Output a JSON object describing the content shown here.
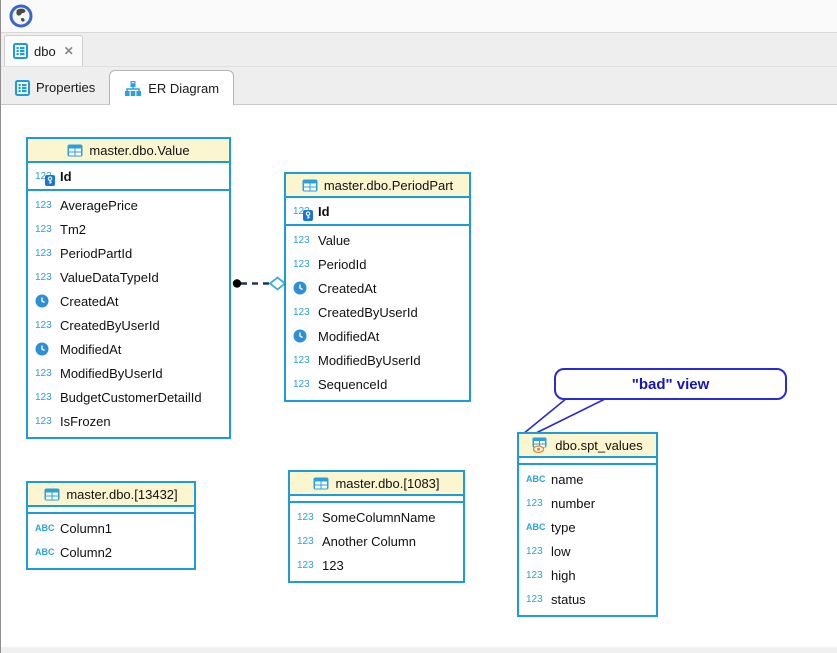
{
  "toolbar": {
    "icon": "globe-icon"
  },
  "tabs": {
    "editor": {
      "label": "dbo",
      "close_glyph": "✕"
    },
    "subtabs": [
      {
        "label": "Properties",
        "active": false
      },
      {
        "label": "ER Diagram",
        "active": true
      }
    ]
  },
  "icons": {
    "numeric": "123",
    "string": "ABC"
  },
  "colors": {
    "entity_border": "#1e9cd7",
    "entity_header_bg": "#fbf5d0",
    "type_icon_blue": "#2aa1dc",
    "callout_blue": "#2b2bd6",
    "tab_strip_bg": "#eeeeee"
  },
  "diagram": {
    "entities": [
      {
        "name": "master.dbo.Value",
        "kind": "table",
        "pk": [
          {
            "name": "Id",
            "type": "numeric"
          }
        ],
        "columns": [
          {
            "name": "AveragePrice",
            "type": "numeric"
          },
          {
            "name": "Tm2",
            "type": "numeric"
          },
          {
            "name": "PeriodPartId",
            "type": "numeric"
          },
          {
            "name": "ValueDataTypeId",
            "type": "numeric"
          },
          {
            "name": "CreatedAt",
            "type": "datetime"
          },
          {
            "name": "CreatedByUserId",
            "type": "numeric"
          },
          {
            "name": "ModifiedAt",
            "type": "datetime"
          },
          {
            "name": "ModifiedByUserId",
            "type": "numeric"
          },
          {
            "name": "BudgetCustomerDetailId",
            "type": "numeric"
          },
          {
            "name": "IsFrozen",
            "type": "numeric"
          }
        ]
      },
      {
        "name": "master.dbo.PeriodPart",
        "kind": "table",
        "pk": [
          {
            "name": "Id",
            "type": "numeric"
          }
        ],
        "columns": [
          {
            "name": "Value",
            "type": "numeric"
          },
          {
            "name": "PeriodId",
            "type": "numeric"
          },
          {
            "name": "CreatedAt",
            "type": "datetime"
          },
          {
            "name": "CreatedByUserId",
            "type": "numeric"
          },
          {
            "name": "ModifiedAt",
            "type": "datetime"
          },
          {
            "name": "ModifiedByUserId",
            "type": "numeric"
          },
          {
            "name": "SequenceId",
            "type": "numeric"
          }
        ]
      },
      {
        "name": "master.dbo.[13432]",
        "kind": "table",
        "pk": [],
        "columns": [
          {
            "name": "Column1",
            "type": "string"
          },
          {
            "name": "Column2",
            "type": "string"
          }
        ]
      },
      {
        "name": "master.dbo.[1083]",
        "kind": "table",
        "pk": [],
        "columns": [
          {
            "name": "SomeColumnName",
            "type": "numeric"
          },
          {
            "name": "Another Column",
            "type": "numeric"
          },
          {
            "name": "123",
            "type": "numeric"
          }
        ]
      },
      {
        "name": "dbo.spt_values",
        "kind": "view",
        "pk": [],
        "columns": [
          {
            "name": "name",
            "type": "string"
          },
          {
            "name": "number",
            "type": "numeric"
          },
          {
            "name": "type",
            "type": "string"
          },
          {
            "name": "low",
            "type": "numeric"
          },
          {
            "name": "high",
            "type": "numeric"
          },
          {
            "name": "status",
            "type": "numeric"
          }
        ]
      }
    ],
    "relation": {
      "from": "master.dbo.Value",
      "to": "master.dbo.PeriodPart",
      "style": "dashed"
    },
    "callout": {
      "text": "\"bad\" view"
    }
  }
}
